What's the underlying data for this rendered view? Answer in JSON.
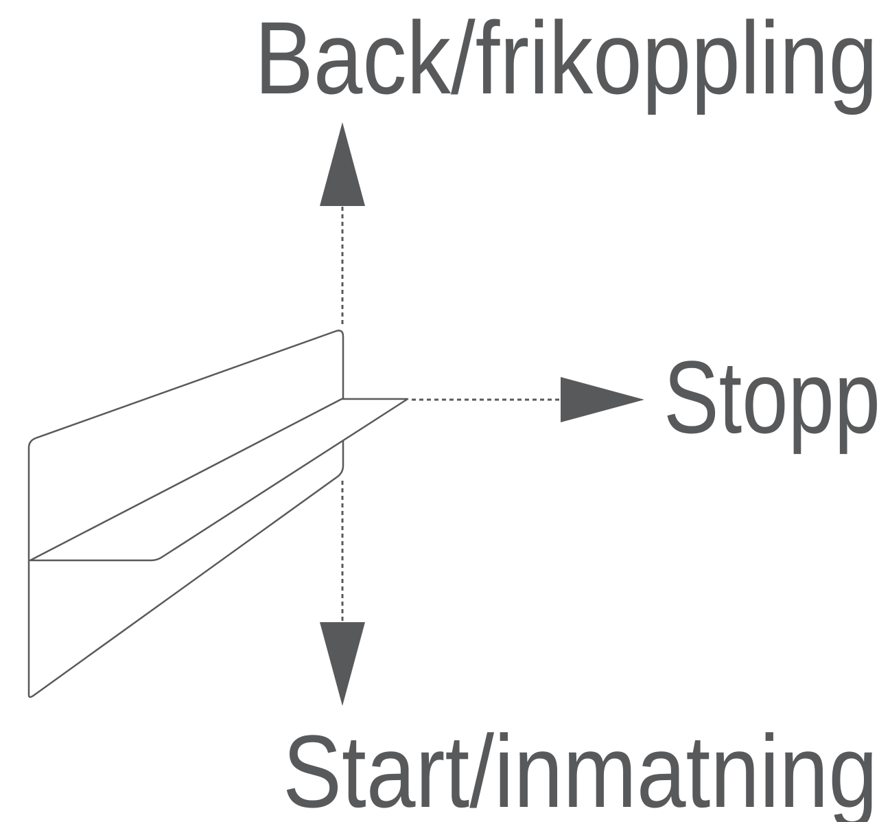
{
  "labels": {
    "up": "Back/frikoppling",
    "right": "Stopp",
    "down": "Start/inmatning"
  },
  "colors": {
    "text": "#58595b",
    "arrow": "#58595b",
    "outline": "#58595b",
    "background": "#ffffff"
  }
}
